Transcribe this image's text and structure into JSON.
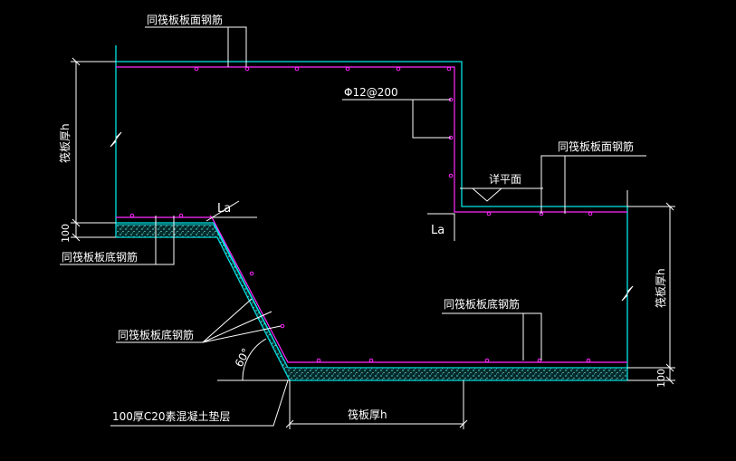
{
  "labels": {
    "top_face_rebar": "同筏板板面钢筋",
    "rebar_spec": "Φ12@200",
    "mid_face_rebar": "同筏板板面钢筋",
    "level_mark": "详平面",
    "la_upper": "La",
    "la_lower": "La",
    "bottom_rebar_left": "同筏板板底钢筋",
    "bottom_rebar_slope": "同筏板板底钢筋",
    "bottom_rebar_right": "同筏板板底钢筋",
    "angle": "60°",
    "cushion_layer": "100厚C20素混凝土垫层",
    "dim_raft_h_left": "筏板厚h",
    "dim_raft_h_right": "筏板厚h",
    "dim_raft_h_bottom": "筏板厚h",
    "dim_100_left": "100",
    "dim_100_right": "100"
  },
  "colors": {
    "background": "#000000",
    "concrete_outline": "#00e5e5",
    "rebar": "#ff2aff",
    "dimension": "#ffffff",
    "cushion_fill": "#0b4c4c"
  }
}
